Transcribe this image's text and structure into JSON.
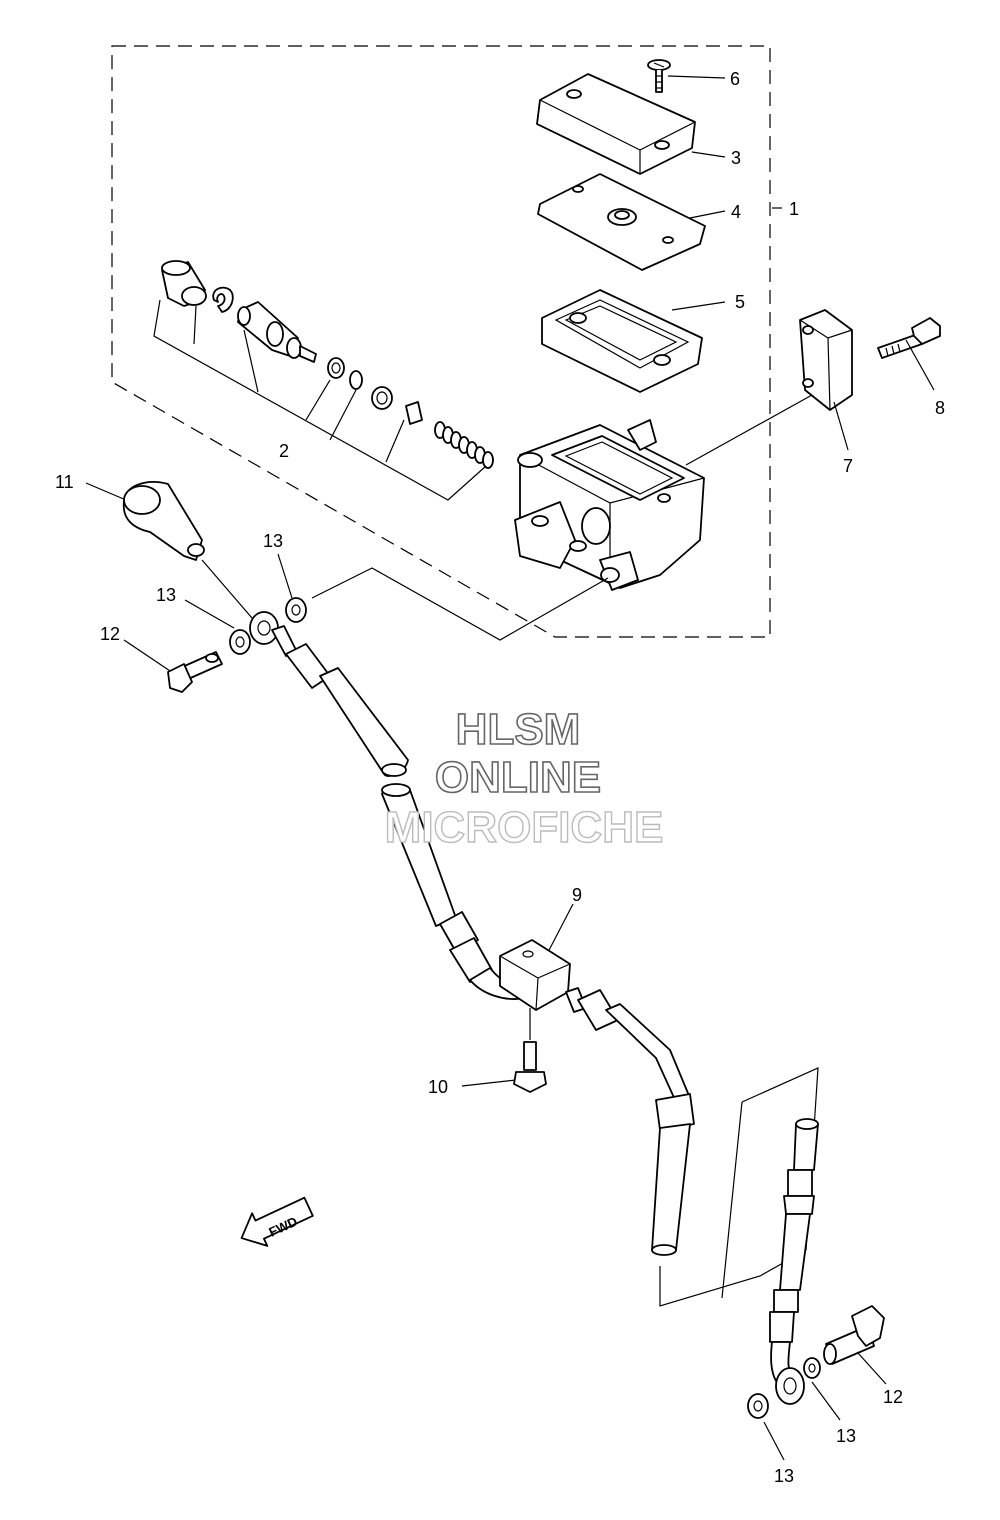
{
  "callouts": {
    "c1": "1",
    "c2": "2",
    "c3": "3",
    "c4": "4",
    "c5": "5",
    "c6": "6",
    "c7": "7",
    "c8": "8",
    "c9": "9",
    "c10": "10",
    "c11": "11",
    "c12a": "12",
    "c12b": "12",
    "c13a": "13",
    "c13b": "13",
    "c13c": "13",
    "c13d": "13"
  },
  "watermark": {
    "line1": "HLSM",
    "line2": "ONLINE",
    "line3": "MICROFICHE"
  },
  "direction": {
    "label": "FWD"
  }
}
